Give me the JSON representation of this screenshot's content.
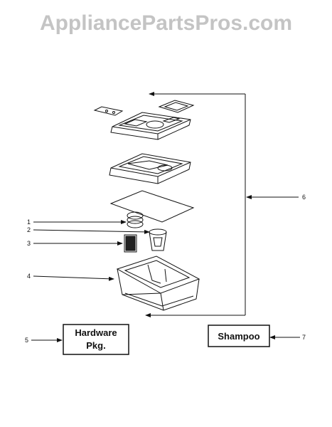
{
  "watermark": "AppliancePartsPros.com",
  "callouts": [
    {
      "id": "1",
      "label": "1"
    },
    {
      "id": "2",
      "label": "2"
    },
    {
      "id": "3",
      "label": "3"
    },
    {
      "id": "4",
      "label": "4"
    },
    {
      "id": "5",
      "label": "5"
    },
    {
      "id": "6",
      "label": "6"
    },
    {
      "id": "7",
      "label": "7"
    }
  ],
  "boxes": {
    "hardware_line1": "Hardware",
    "hardware_line2": "Pkg.",
    "shampoo": "Shampoo"
  },
  "colors": {
    "ink": "#111111",
    "watermark": "#c4c4c4"
  }
}
